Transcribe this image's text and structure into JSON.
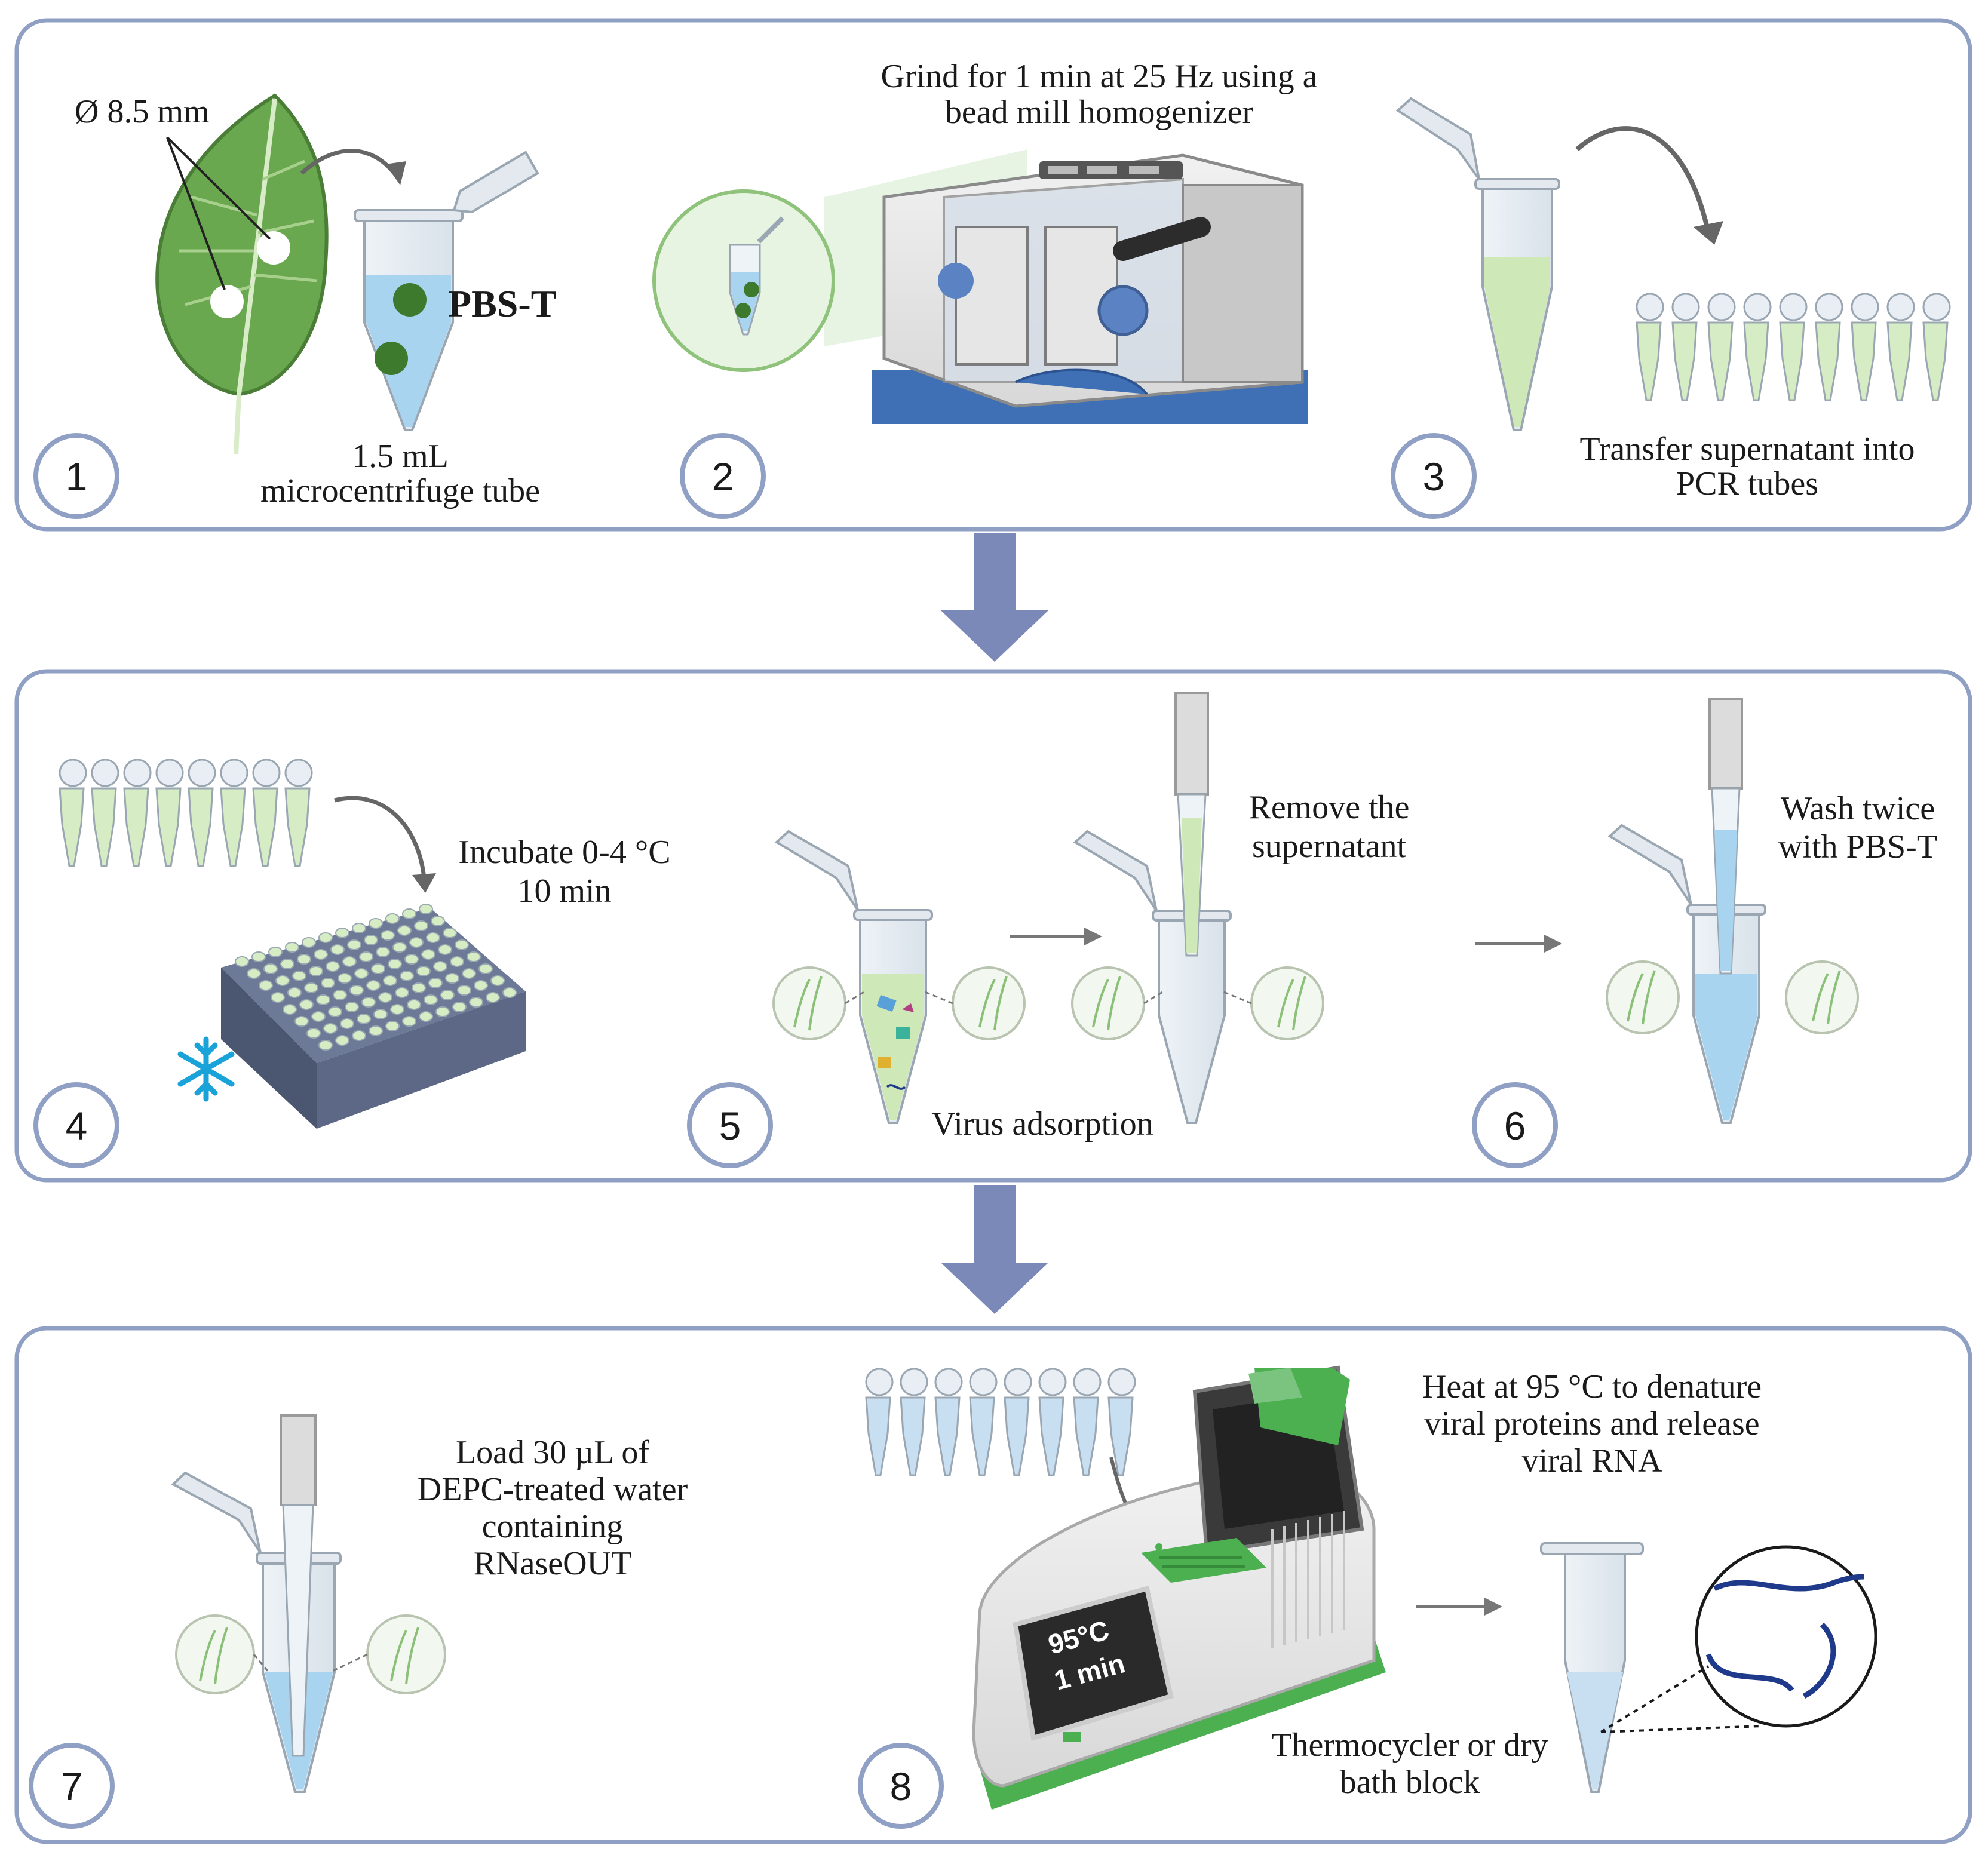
{
  "panels": [
    {
      "steps": [
        {
          "number": "1",
          "labels": {
            "diameter": "Ø 8.5 mm",
            "buffer": "PBS-T",
            "tube_line1": "1.5 mL",
            "tube_line2": "microcentrifuge tube"
          }
        },
        {
          "number": "2",
          "labels": {
            "line1": "Grind for 1 min at 25 Hz using a",
            "line2": "bead mill homogenizer"
          }
        },
        {
          "number": "3",
          "labels": {
            "line1": "Transfer supernatant into",
            "line2": "PCR tubes"
          }
        }
      ]
    },
    {
      "steps": [
        {
          "number": "4",
          "labels": {
            "line1": "Incubate 0-4 °C",
            "line2": "10 min"
          }
        },
        {
          "number": "5",
          "labels": {
            "remove_line1": "Remove the",
            "remove_line2": "supernatant",
            "adsorption": "Virus adsorption"
          }
        },
        {
          "number": "6",
          "labels": {
            "line1": "Wash twice",
            "line2": "with PBS-T"
          }
        }
      ]
    },
    {
      "steps": [
        {
          "number": "7",
          "labels": {
            "line1": "Load 30 µL of",
            "line2": "DEPC-treated water",
            "line3": "containing",
            "line4": "RNaseOUT"
          }
        },
        {
          "number": "8",
          "labels": {
            "heat_line1": "Heat at 95 °C to denature",
            "heat_line2": "viral proteins and release",
            "heat_line3": "viral RNA",
            "device_line1": "Thermocycler or dry",
            "device_line2": "bath block",
            "screen_line1": "95°C",
            "screen_line2": "1 min"
          }
        }
      ]
    }
  ],
  "colors": {
    "panel_border": "#8fa0c4",
    "arrow": "#7b89b8",
    "leaf": "#6aa84f",
    "liquid_blue": "#a9d4f0",
    "liquid_green": "#cfe8b8",
    "bead": "#3d7a2e",
    "rna": "#1f3a8a",
    "snowflake": "#1aa3d9",
    "thermo_green": "#4caf50"
  },
  "icons": [
    "leaf-icon",
    "tube-icon",
    "homogenizer-icon",
    "pcr-strip-icon",
    "ice-block-icon",
    "snowflake-icon",
    "pipette-icon",
    "thermocycler-icon",
    "rna-icon"
  ]
}
